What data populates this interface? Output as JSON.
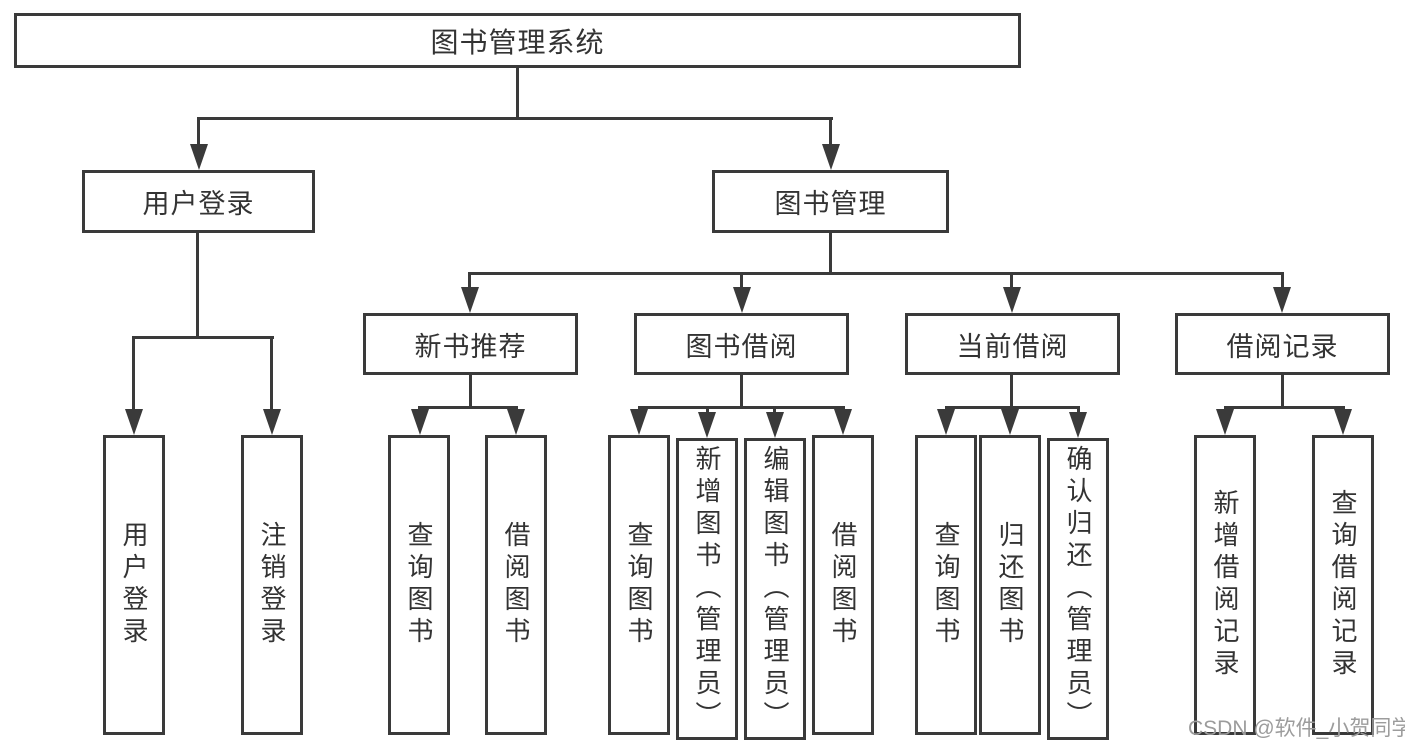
{
  "diagram": {
    "title": "图书管理系统",
    "level2": [
      {
        "label": "用户登录"
      },
      {
        "label": "图书管理"
      }
    ],
    "level3": [
      {
        "label": "新书推荐"
      },
      {
        "label": "图书借阅"
      },
      {
        "label": "当前借阅"
      },
      {
        "label": "借阅记录"
      }
    ],
    "leaves": [
      {
        "label": "用户登录"
      },
      {
        "label": "注销登录"
      },
      {
        "label": "查询图书"
      },
      {
        "label": "借阅图书"
      },
      {
        "label": "查询图书"
      },
      {
        "label": "新增图书（管理员）"
      },
      {
        "label": "编辑图书（管理员）"
      },
      {
        "label": "借阅图书"
      },
      {
        "label": "查询图书"
      },
      {
        "label": "归还图书"
      },
      {
        "label": "确认归还（管理员）"
      },
      {
        "label": "新增借阅记录"
      },
      {
        "label": "查询借阅记录"
      }
    ],
    "watermark": "CSDN @软件_小贺同学",
    "colors": {
      "line": "#3a3a3a",
      "text": "#333333",
      "watermark": "#9c9c9c",
      "background": "#ffffff"
    }
  }
}
